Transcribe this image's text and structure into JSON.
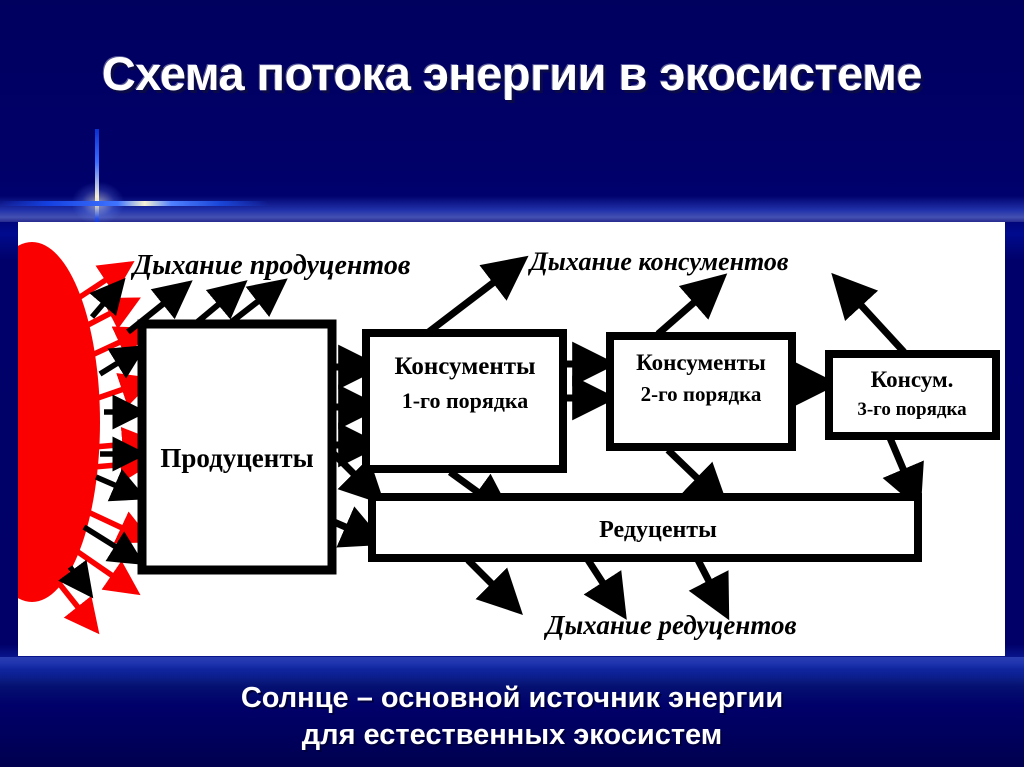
{
  "slide": {
    "title": "Схема потока энергии в экосистеме",
    "caption_line1": "Солнце – основной источник энергии",
    "caption_line2": "для естественных экосистем",
    "background_color": "#000068",
    "title_color": "#ffffff",
    "panel_color": "#ffffff"
  },
  "diagram": {
    "sun": {
      "name": "Солнце",
      "color": "#fb0000"
    },
    "boxes": [
      {
        "id": "producers",
        "line1": "Продуценты",
        "line2": ""
      },
      {
        "id": "consumers1",
        "line1": "Консументы",
        "line2": "1-го порядка"
      },
      {
        "id": "consumers2",
        "line1": "Консументы",
        "line2": "2-го порядка"
      },
      {
        "id": "consumers3",
        "line1": "Консум.",
        "line2": "3-го порядка"
      },
      {
        "id": "reducers",
        "line1": "Редуценты",
        "line2": ""
      }
    ],
    "labels": [
      {
        "id": "resp-producers",
        "text": "Дыхание продуцентов"
      },
      {
        "id": "resp-consumers",
        "text": "Дыхание консументов"
      },
      {
        "id": "resp-reducers",
        "text": "Дыхание редуцентов"
      }
    ],
    "arrow_colors": {
      "solar": "#fb0000",
      "flow": "#000000"
    }
  }
}
